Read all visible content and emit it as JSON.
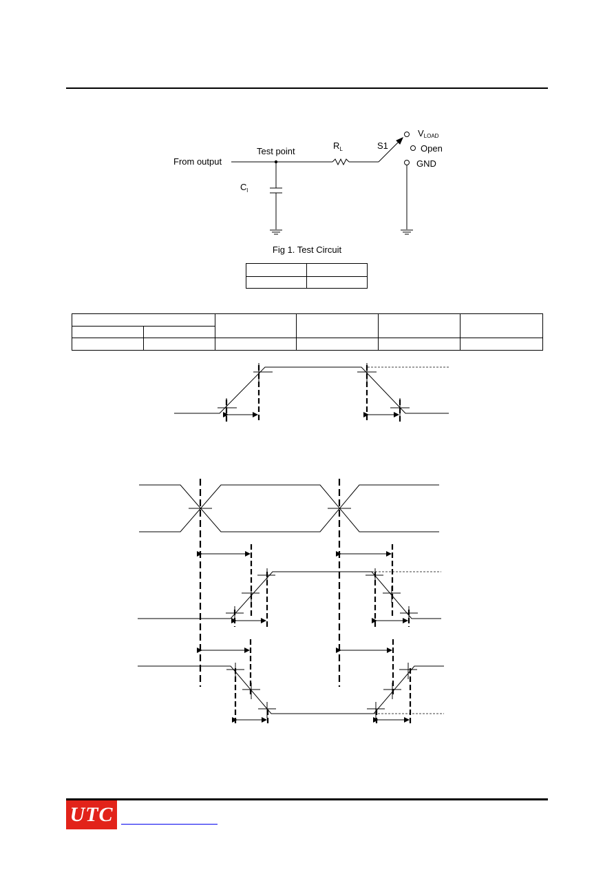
{
  "circuit": {
    "from_output": "From output",
    "test_point": "Test point",
    "rl": "R",
    "rl_sub": "L",
    "s1": "S1",
    "cl": "C",
    "cl_sub": "l",
    "vload": "V",
    "vload_sub": "LOAD",
    "open": "Open",
    "gnd": "GND"
  },
  "caption": "Fig 1. Test Circuit",
  "table_small": {
    "rows": [
      [
        "",
        ""
      ],
      [
        "",
        ""
      ]
    ]
  },
  "table_large": {
    "header_merged": "",
    "header_cols": [
      "",
      "",
      "",
      ""
    ],
    "sub_header": [
      "",
      ""
    ],
    "row": [
      "",
      "",
      "",
      "",
      "",
      ""
    ]
  },
  "footer": {
    "logo": "UTC",
    "link": ""
  },
  "colors": {
    "brand": "#e2231a",
    "link": "#0000ee"
  }
}
